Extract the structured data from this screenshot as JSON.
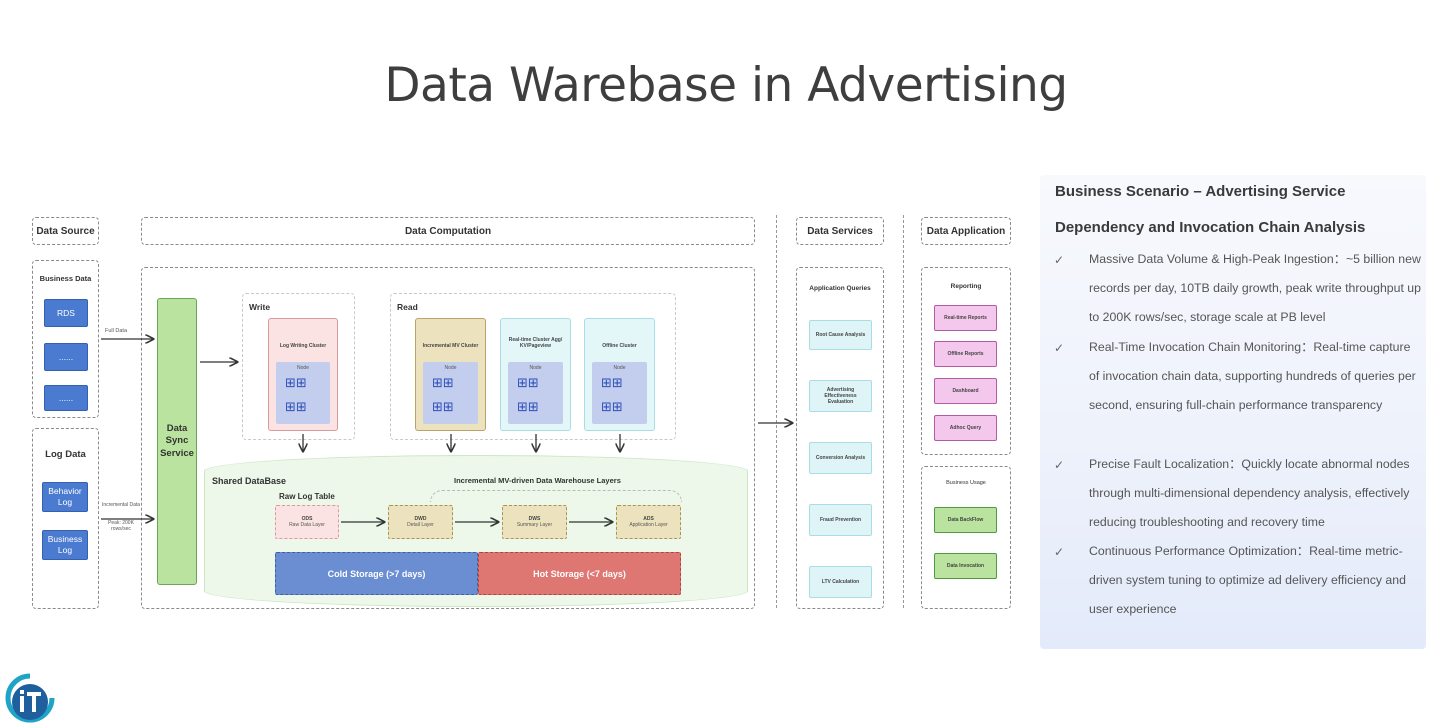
{
  "title": "Data Warebase in Advertising",
  "diagram": {
    "columns": {
      "data_source": "Data Source",
      "data_computation": "Data Computation",
      "data_services": "Data Services",
      "data_application": "Data Application"
    },
    "business_data": {
      "label": "Business Data",
      "items": [
        "RDS",
        "......",
        "......"
      ]
    },
    "log_data": {
      "label": "Log Data",
      "items": [
        "Behavior Log",
        "Business Log"
      ]
    },
    "edges": {
      "full_data": "Full Data",
      "incremental_data": "Incremental Data",
      "peak": "Peak: 200K rows/sec"
    },
    "sync_service": "Data Sync Service",
    "write": {
      "label": "Write",
      "cluster": "Log Writing Cluster",
      "node": "Node"
    },
    "read": {
      "label": "Read",
      "clusters": [
        {
          "name": "Incremental MV Cluster",
          "node": "Node"
        },
        {
          "name": "Real-time Cluster Agg/ KV/Pageview",
          "node": "Node"
        },
        {
          "name": "Offline Cluster",
          "node": "Node"
        }
      ]
    },
    "shared_db": {
      "label": "Shared DataBase",
      "layers_label": "Incremental MV-driven Data Warehouse Layers",
      "raw_log_table": "Raw Log Table",
      "layers": [
        {
          "code": "ODS",
          "name": "Raw Data Layer"
        },
        {
          "code": "DWD",
          "name": "Detail Layer"
        },
        {
          "code": "DWS",
          "name": "Summary Layer"
        },
        {
          "code": "ADS",
          "name": "Application Layer"
        }
      ],
      "cold_storage": "Cold Storage (>7 days)",
      "hot_storage": "Hot Storage (<7 days)"
    },
    "services": {
      "label": "Application Queries",
      "items": [
        "Root Cause Analysis",
        "Advertising Effectiveness Evaluation",
        "Conversion Analysis",
        "Fraud Prevention",
        "LTV Calculation"
      ]
    },
    "reporting": {
      "label": "Reporting",
      "items": [
        "Real-time Reports",
        "Offline Reports",
        "Dashboard",
        "Adhoc Query"
      ]
    },
    "business_usage": {
      "label": "Business Usage",
      "items": [
        "Data BackFlow",
        "Data Invocation"
      ]
    },
    "colors": {
      "blue": "#4a7bd0",
      "green": "#b9e39e",
      "cold": "#6b8ed2",
      "hot": "#de7772",
      "layer": "#ede2be"
    }
  },
  "panel": {
    "heading1": "Business Scenario – Advertising Service",
    "heading2": "Dependency and Invocation Chain Analysis",
    "bullets": [
      "Massive Data Volume & High-Peak Ingestion：~5 billion new records per day, 10TB daily growth, peak write throughput up to 200K rows/sec, storage scale at PB level",
      "Real-Time Invocation Chain Monitoring：Real-time capture of invocation chain data, supporting hundreds of queries per second, ensuring full-chain performance transparency",
      "Precise Fault Localization：Quickly locate abnormal nodes through multi-dimensional dependency analysis, effectively reducing troubleshooting and recovery time",
      "Continuous Performance Optimization：Real-time metric-driven system tuning to optimize ad delivery efficiency and user experience"
    ]
  },
  "logo": {
    "icon": "it-logo"
  }
}
